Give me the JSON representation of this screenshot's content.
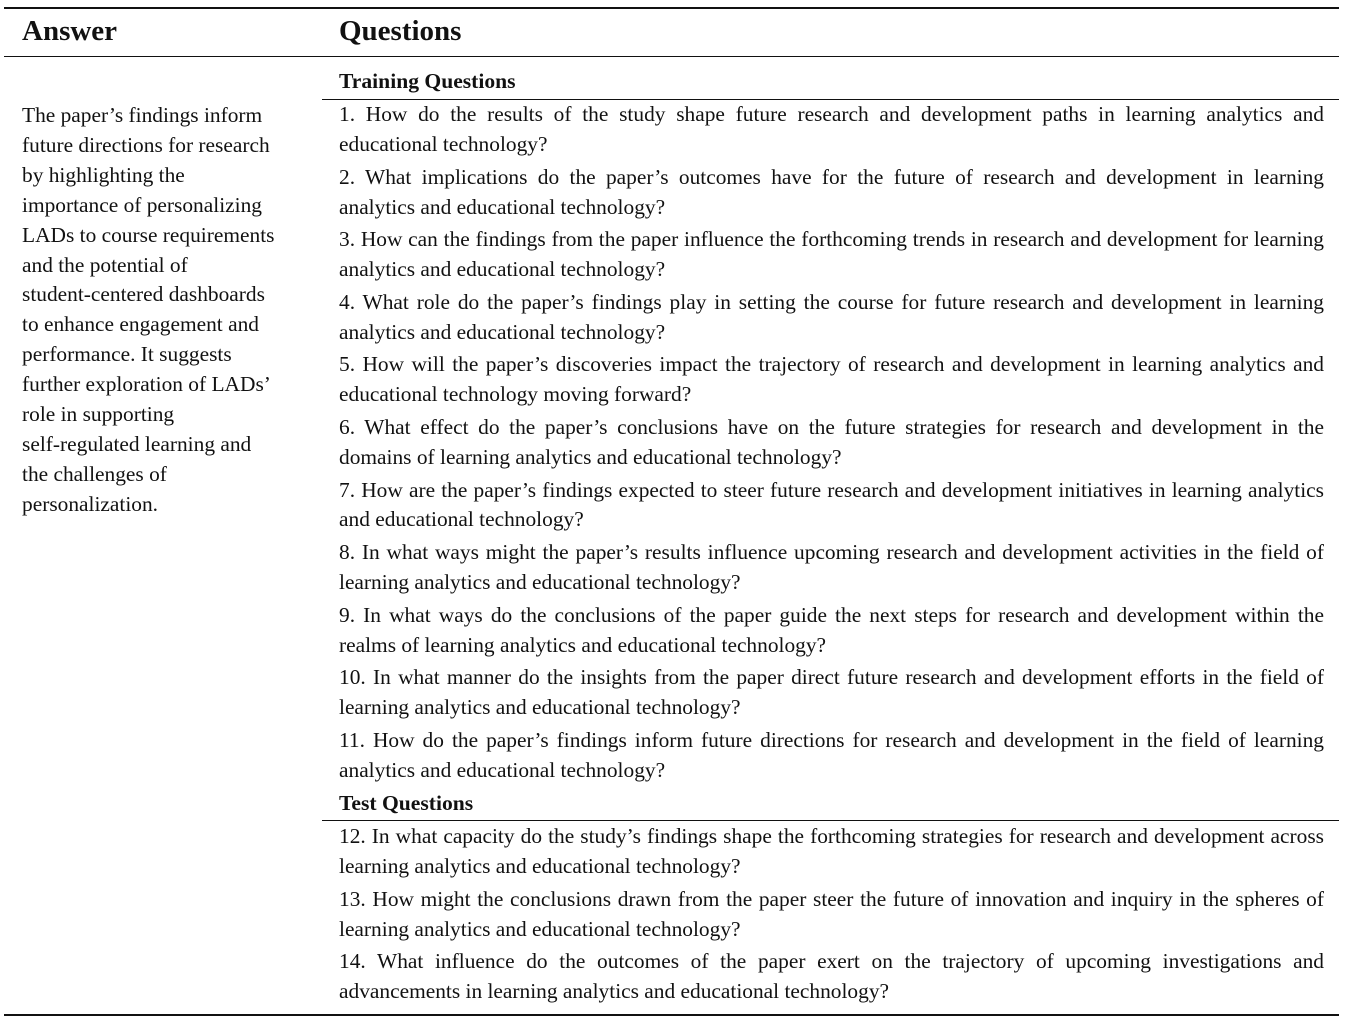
{
  "headers": {
    "answer": "Answer",
    "questions": "Questions"
  },
  "answer_text": "The paper’s findings inform\nfuture directions for research\nby highlighting the\nimportance of personalizing\nLADs to course requirements\nand the potential of\nstudent-centered dashboards\nto enhance engagement and\nperformance. It suggests\nfurther exploration of LADs’\nrole in supporting\nself-regulated learning and\nthe challenges of\npersonalization.",
  "training": {
    "title": "Training Questions",
    "questions": [
      "1. How do the results of the study shape future research and development paths in learning analytics and educational technology?",
      "2. What implications do the paper’s outcomes have for the future of research and development in learning analytics and educational technology?",
      "3. How can the findings from the paper influence the forthcoming trends in research and development for learning analytics and educational technology?",
      "4. What role do the paper’s findings play in setting the course for future research and development in learning analytics and educational technology?",
      "5. How will the paper’s discoveries impact the trajectory of research and development in learning analytics and educational technology moving forward?",
      "6. What effect do the paper’s conclusions have on the future strategies for research and development in the domains of learning analytics and educational technology?",
      "7. How are the paper’s findings expected to steer future research and development initiatives in learning analytics and educational technology?",
      "8. In what ways might the paper’s results influence upcoming research and development activities in the field of learning analytics and educational technology?",
      "9. In what ways do the conclusions of the paper guide the next steps for research and development within the realms of learning analytics and educational technology?",
      "10. In what manner do the insights from the paper direct future research and development efforts in the field of learning analytics and educational technology?",
      "11. How do the paper’s findings inform future directions for research and development in the field of learning analytics and educational technology?"
    ]
  },
  "test": {
    "title": "Test Questions",
    "questions": [
      "12. In what capacity do the study’s findings shape the forthcoming strategies for research and development across learning analytics and educational technology?",
      "13. How might the conclusions drawn from the paper steer the future of innovation and inquiry in the spheres of learning analytics and educational technology?",
      "14. What influence do the outcomes of the paper exert on the trajectory of upcoming investigations and advancements in learning analytics and educational technology?"
    ]
  }
}
